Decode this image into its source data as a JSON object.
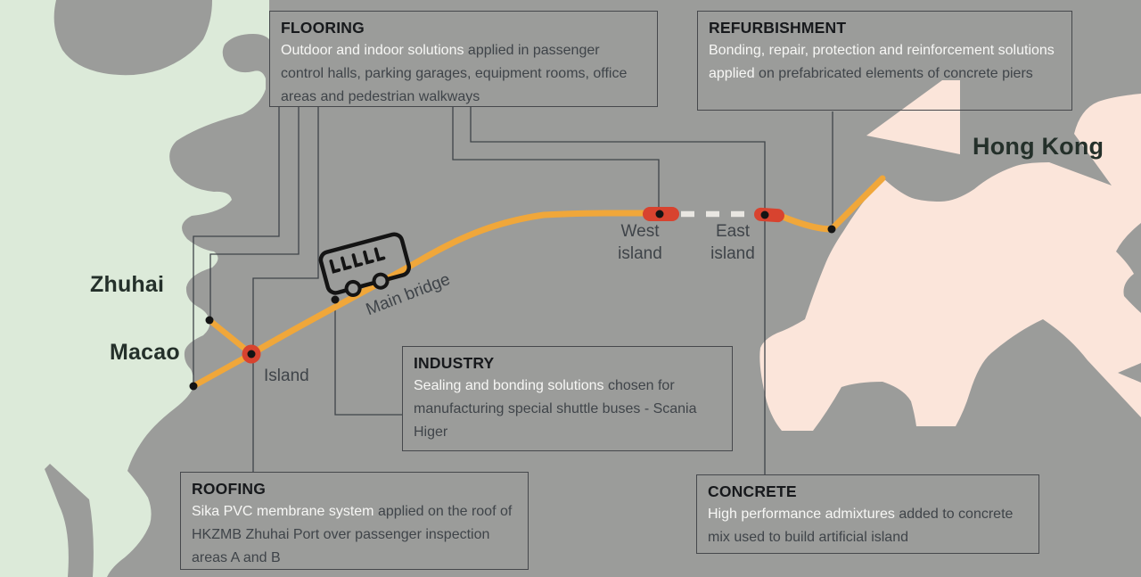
{
  "map": {
    "labels": {
      "zhuhai": "Zhuhai",
      "macao": "Macao",
      "hong_kong": "Hong Kong",
      "island": "Island",
      "main_bridge": "Main bridge",
      "west_island": "West\nisland",
      "east_island": "East\nisland"
    },
    "colors": {
      "land_green": "#dcead9",
      "sea_gray": "#9b9c9a",
      "hk_pink": "#fbe5da",
      "bridge_orange": "#f0a73a",
      "marker_red": "#d8432f",
      "dash_light": "#e9e7e2",
      "line_dark": "#3f4449"
    }
  },
  "callouts": {
    "flooring": {
      "title": "FLOORING",
      "highlight": "Outdoor and indoor solutions",
      "rest": " applied in passenger control halls, parking garages, equipment rooms, office areas and pedestrian walkways"
    },
    "refurbishment": {
      "title": "REFURBISHMENT",
      "highlight": "Bonding, repair, protection and reinforcement solutions applied",
      "rest": " on prefabricated elements of concrete piers"
    },
    "industry": {
      "title": "INDUSTRY",
      "highlight": "Sealing and bonding solutions",
      "rest": " chosen for manufacturing special shuttle buses - Scania Higer"
    },
    "roofing": {
      "title": "ROOFING",
      "highlight": "Sika PVC membrane system",
      "rest": " applied on the roof of HKZMB Zhuhai Port over passenger inspection areas A and B"
    },
    "concrete": {
      "title": "CONCRETE",
      "highlight": "High performance admixtures",
      "rest": " added to concrete mix used to build artificial island"
    }
  }
}
